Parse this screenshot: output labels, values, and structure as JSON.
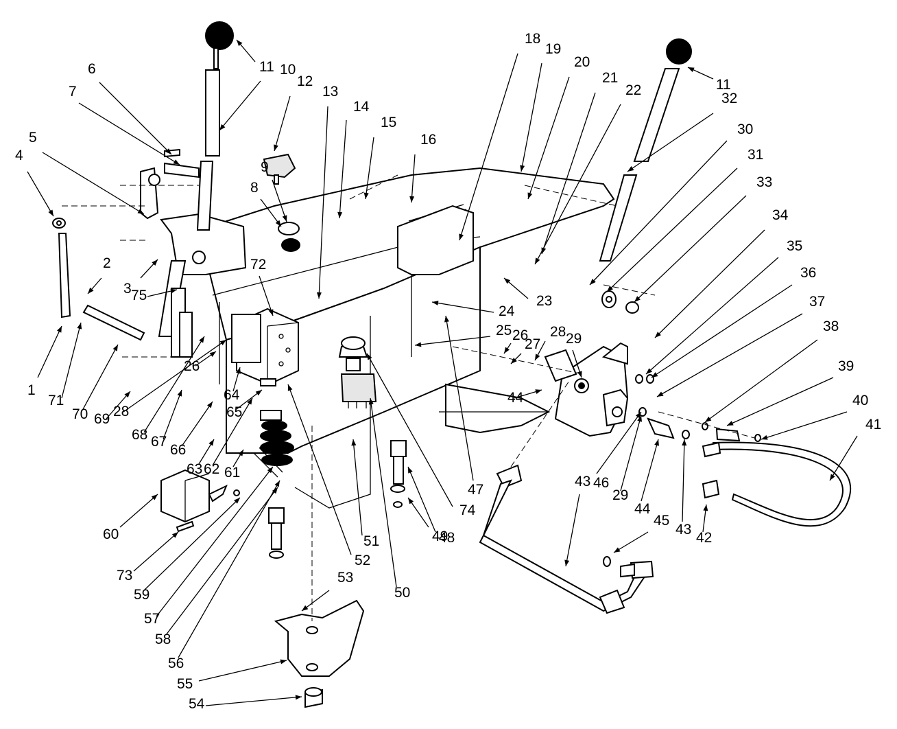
{
  "callouts": [
    {
      "text": "1"
    },
    {
      "text": "2"
    },
    {
      "text": "3"
    },
    {
      "text": "4"
    },
    {
      "text": "5"
    },
    {
      "text": "6"
    },
    {
      "text": "7"
    },
    {
      "text": "8"
    },
    {
      "text": "9"
    },
    {
      "text": "10"
    },
    {
      "text": "11"
    },
    {
      "text": "11"
    },
    {
      "text": "12"
    },
    {
      "text": "13"
    },
    {
      "text": "14"
    },
    {
      "text": "15"
    },
    {
      "text": "16"
    },
    {
      "text": "18"
    },
    {
      "text": "19"
    },
    {
      "text": "20"
    },
    {
      "text": "21"
    },
    {
      "text": "22"
    },
    {
      "text": "23"
    },
    {
      "text": "24"
    },
    {
      "text": "25"
    },
    {
      "text": "26"
    },
    {
      "text": "26"
    },
    {
      "text": "27"
    },
    {
      "text": "28"
    },
    {
      "text": "28"
    },
    {
      "text": "29"
    },
    {
      "text": "29"
    },
    {
      "text": "30"
    },
    {
      "text": "31"
    },
    {
      "text": "32"
    },
    {
      "text": "33"
    },
    {
      "text": "34"
    },
    {
      "text": "35"
    },
    {
      "text": "36"
    },
    {
      "text": "37"
    },
    {
      "text": "38"
    },
    {
      "text": "39"
    },
    {
      "text": "40"
    },
    {
      "text": "41"
    },
    {
      "text": "42"
    },
    {
      "text": "43"
    },
    {
      "text": "43"
    },
    {
      "text": "44"
    },
    {
      "text": "44"
    },
    {
      "text": "45"
    },
    {
      "text": "46"
    },
    {
      "text": "47"
    },
    {
      "text": "48"
    },
    {
      "text": "49"
    },
    {
      "text": "50"
    },
    {
      "text": "51"
    },
    {
      "text": "52"
    },
    {
      "text": "53"
    },
    {
      "text": "54"
    },
    {
      "text": "55"
    },
    {
      "text": "56"
    },
    {
      "text": "57"
    },
    {
      "text": "58"
    },
    {
      "text": "59"
    },
    {
      "text": "60"
    },
    {
      "text": "61"
    },
    {
      "text": "62"
    },
    {
      "text": "63"
    },
    {
      "text": "64"
    },
    {
      "text": "65"
    },
    {
      "text": "66"
    },
    {
      "text": "67"
    },
    {
      "text": "68"
    },
    {
      "text": "69"
    },
    {
      "text": "70"
    },
    {
      "text": "71"
    },
    {
      "text": "72"
    },
    {
      "text": "73"
    },
    {
      "text": "74"
    },
    {
      "text": "75"
    }
  ]
}
